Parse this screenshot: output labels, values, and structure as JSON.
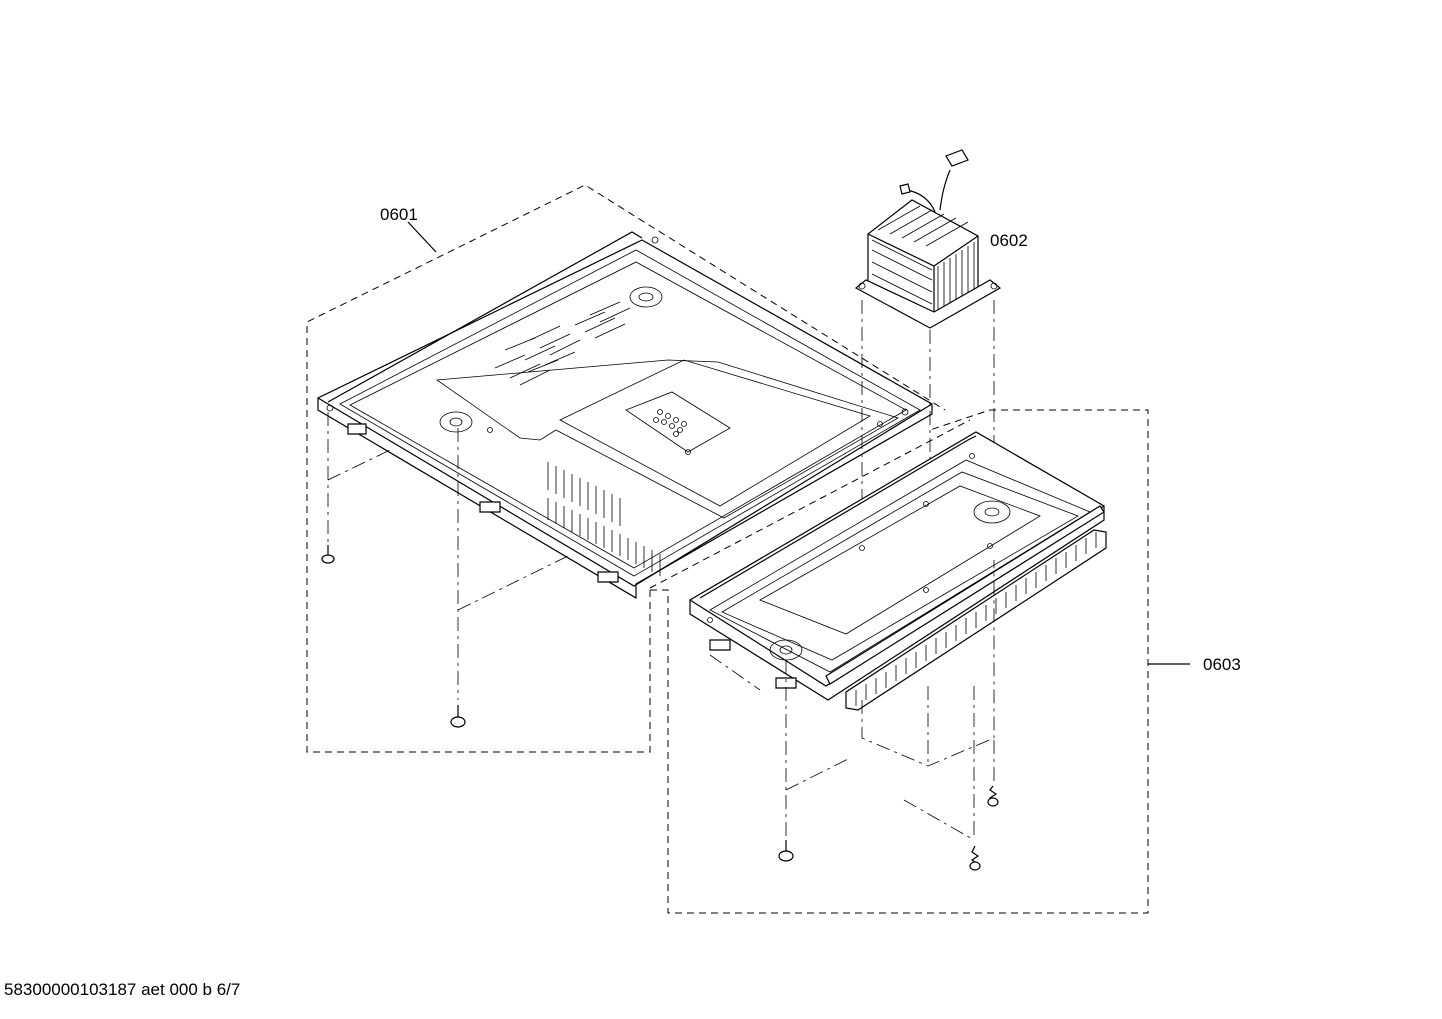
{
  "parts": [
    {
      "id": "0601"
    },
    {
      "id": "0602"
    },
    {
      "id": "0603"
    }
  ],
  "footer": "58300000103187 aet 000 b 6/7"
}
